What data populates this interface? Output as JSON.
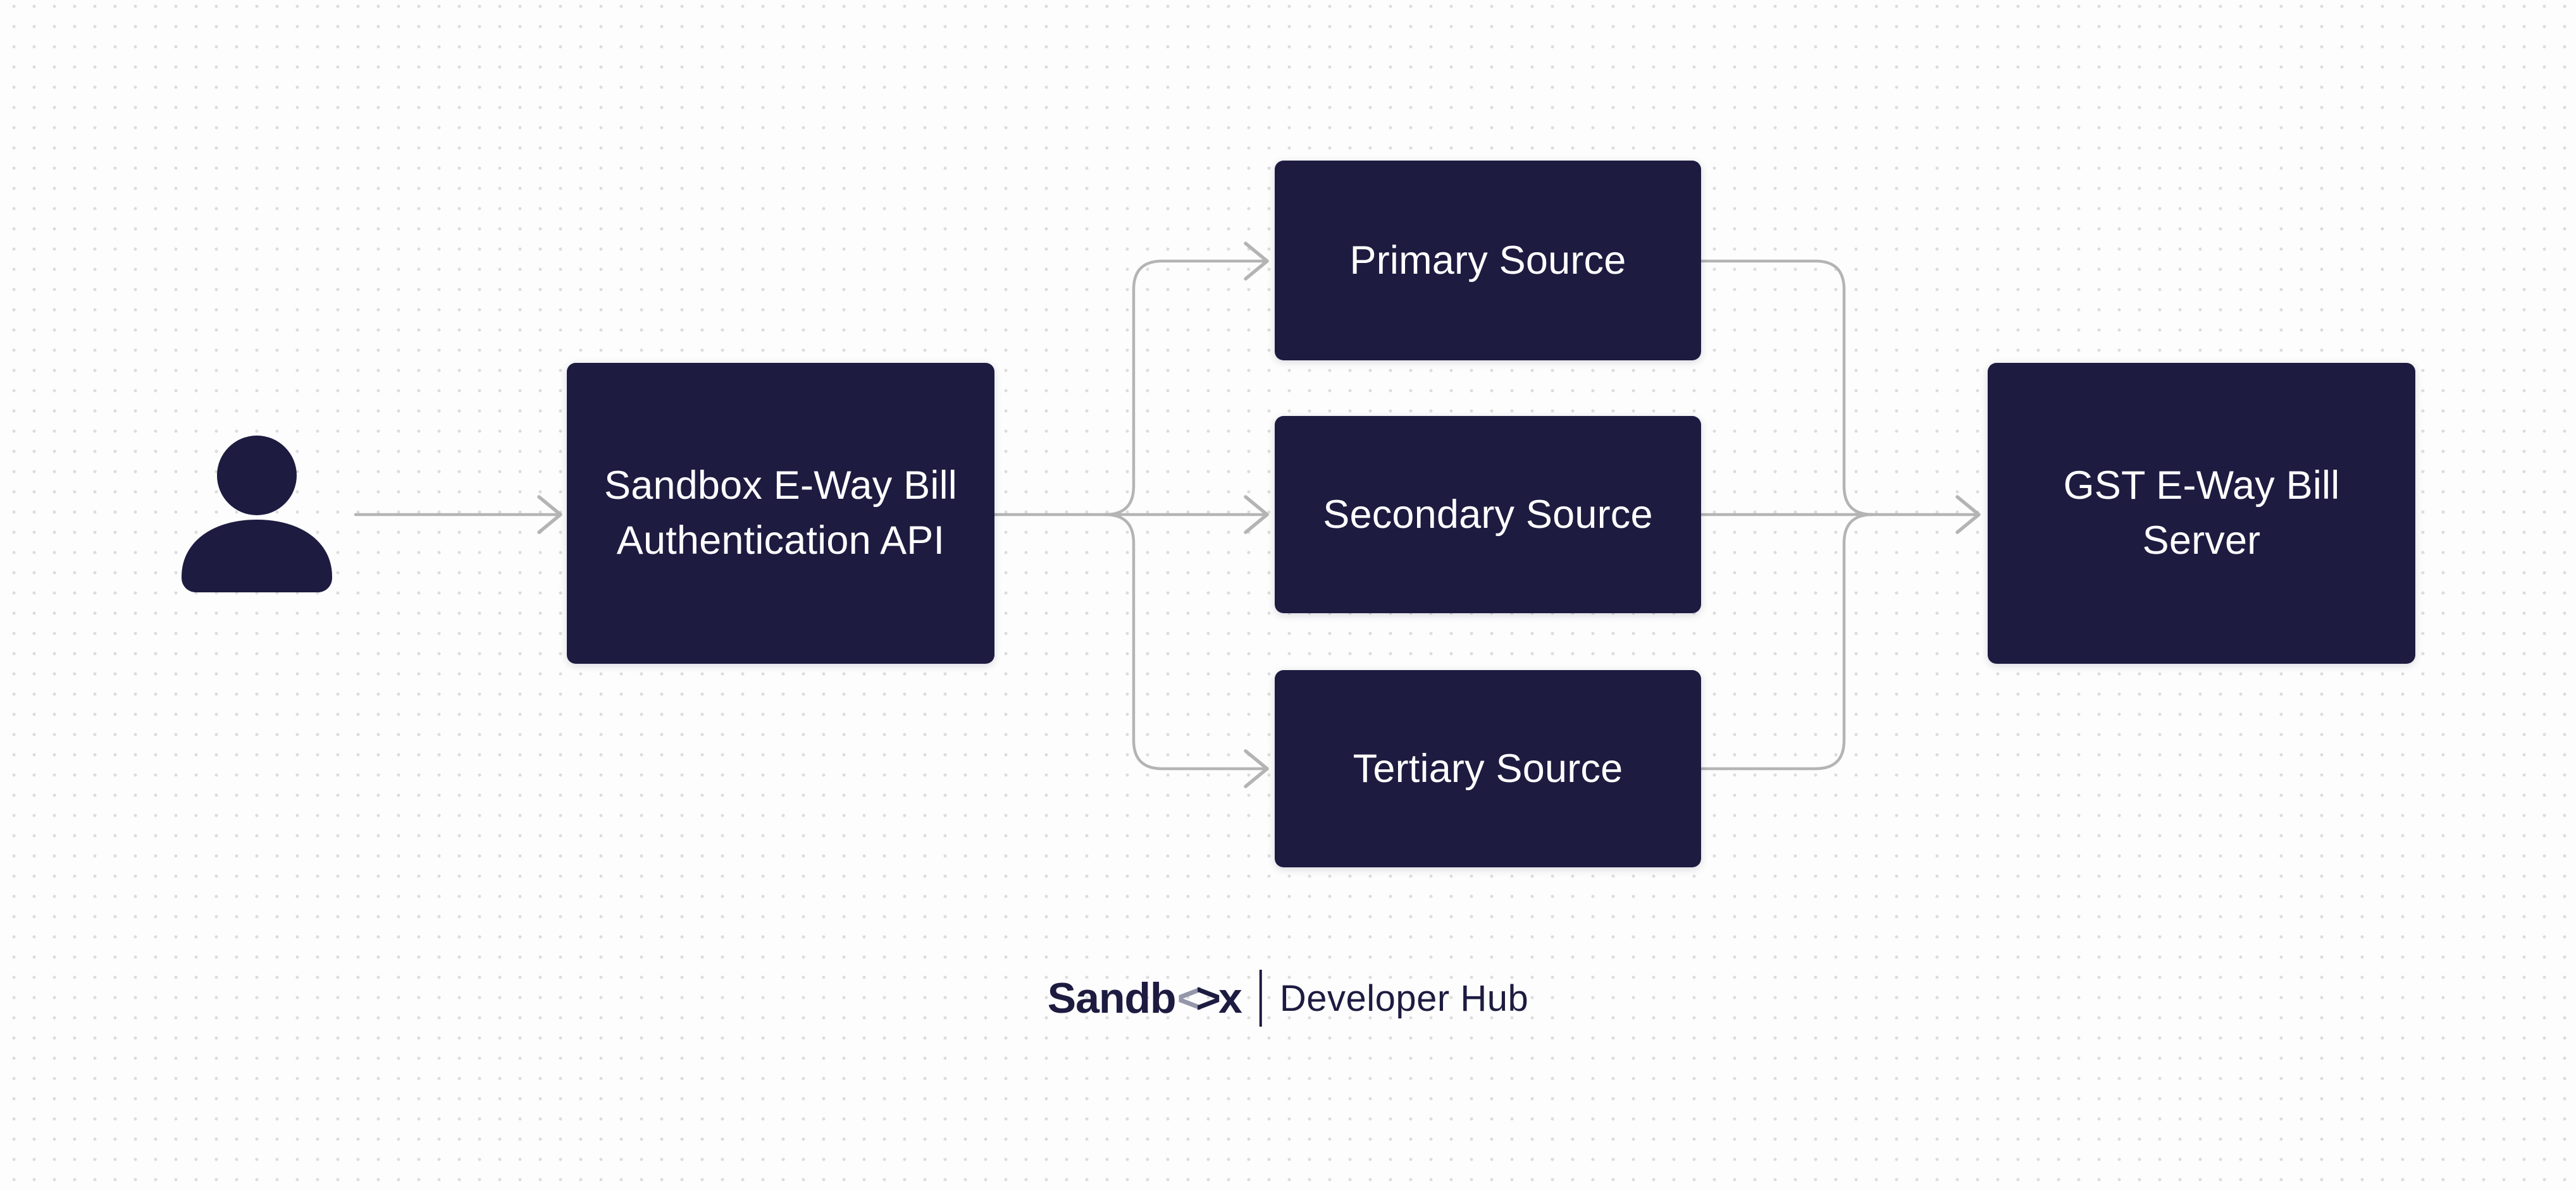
{
  "diagram": {
    "nodes": {
      "auth_api": {
        "lines": [
          "Sandbox E-Way Bill",
          "Authentication API"
        ]
      },
      "primary": {
        "lines": [
          "Primary Source"
        ]
      },
      "secondary": {
        "lines": [
          "Secondary Source"
        ]
      },
      "tertiary": {
        "lines": [
          "Tertiary Source"
        ]
      },
      "gst_server": {
        "lines": [
          "GST E-Way Bill",
          "Server"
        ]
      }
    },
    "icons": {
      "user": "person-silhouette"
    }
  },
  "footer": {
    "brand": {
      "part1": "Sandb",
      "bracket_left": "<",
      "bracket_right": ">",
      "part2": "x"
    },
    "tagline": "Developer Hub"
  },
  "colors": {
    "node_fill": "#1d1b40",
    "node_text": "#ffffff",
    "connector": "#b4b4b4",
    "background": "#fdfdfd",
    "dot": "#dcdcdc",
    "logo_navy": "#1d1b40",
    "logo_bracket_gray": "#9496a9"
  }
}
